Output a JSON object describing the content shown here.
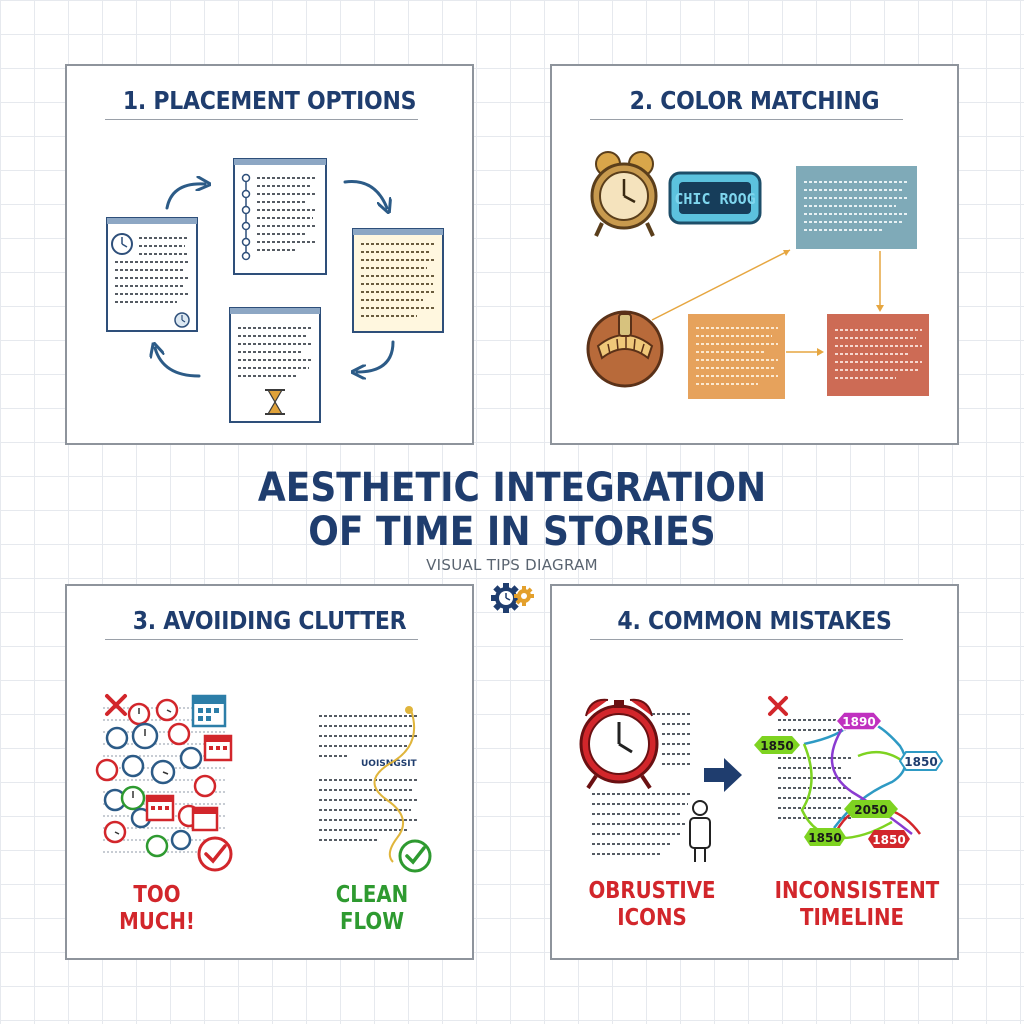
{
  "title": {
    "line1": "AESTHETIC INTEGRATION",
    "line2": "OF TIME IN STORIES",
    "subtitle": "VISUAL TIPS DIAGRAM"
  },
  "panels": [
    {
      "title": "1. PLACEMENT OPTIONS"
    },
    {
      "title": "2. COLOR MATCHING",
      "clock_display": "CHIC ROOG"
    },
    {
      "title": "3. AVOIIDING CLUTTER",
      "left_label": "TOO MUCH!",
      "right_label": "CLEAN FLOW",
      "note": "UOISNGSIT"
    },
    {
      "title": "4. COMMON MISTAKES",
      "left_label_1": "OBRUSTIVE",
      "left_label_2": "ICONS",
      "right_label_1": "INCONSISTENT",
      "right_label_2": "TIMELINE"
    }
  ],
  "timeline_years": [
    "1890",
    "1850",
    "1850",
    "2050",
    "1850",
    "1850"
  ],
  "colors": {
    "navy": "#1f3d6e",
    "red": "#d2262b",
    "green": "#2e9a30",
    "teal": "#7faab8",
    "orange": "#e6a25c",
    "brick": "#cd6b55",
    "purple": "#c031c0",
    "lime": "#7ed321"
  },
  "icons": [
    "clock-icon",
    "hourglass-icon",
    "alarm-clock-icon",
    "digital-clock-icon",
    "sundial-icon",
    "calendar-icon",
    "checkmark-icon",
    "cross-icon",
    "person-icon",
    "arrow-icon",
    "gear-icon"
  ]
}
